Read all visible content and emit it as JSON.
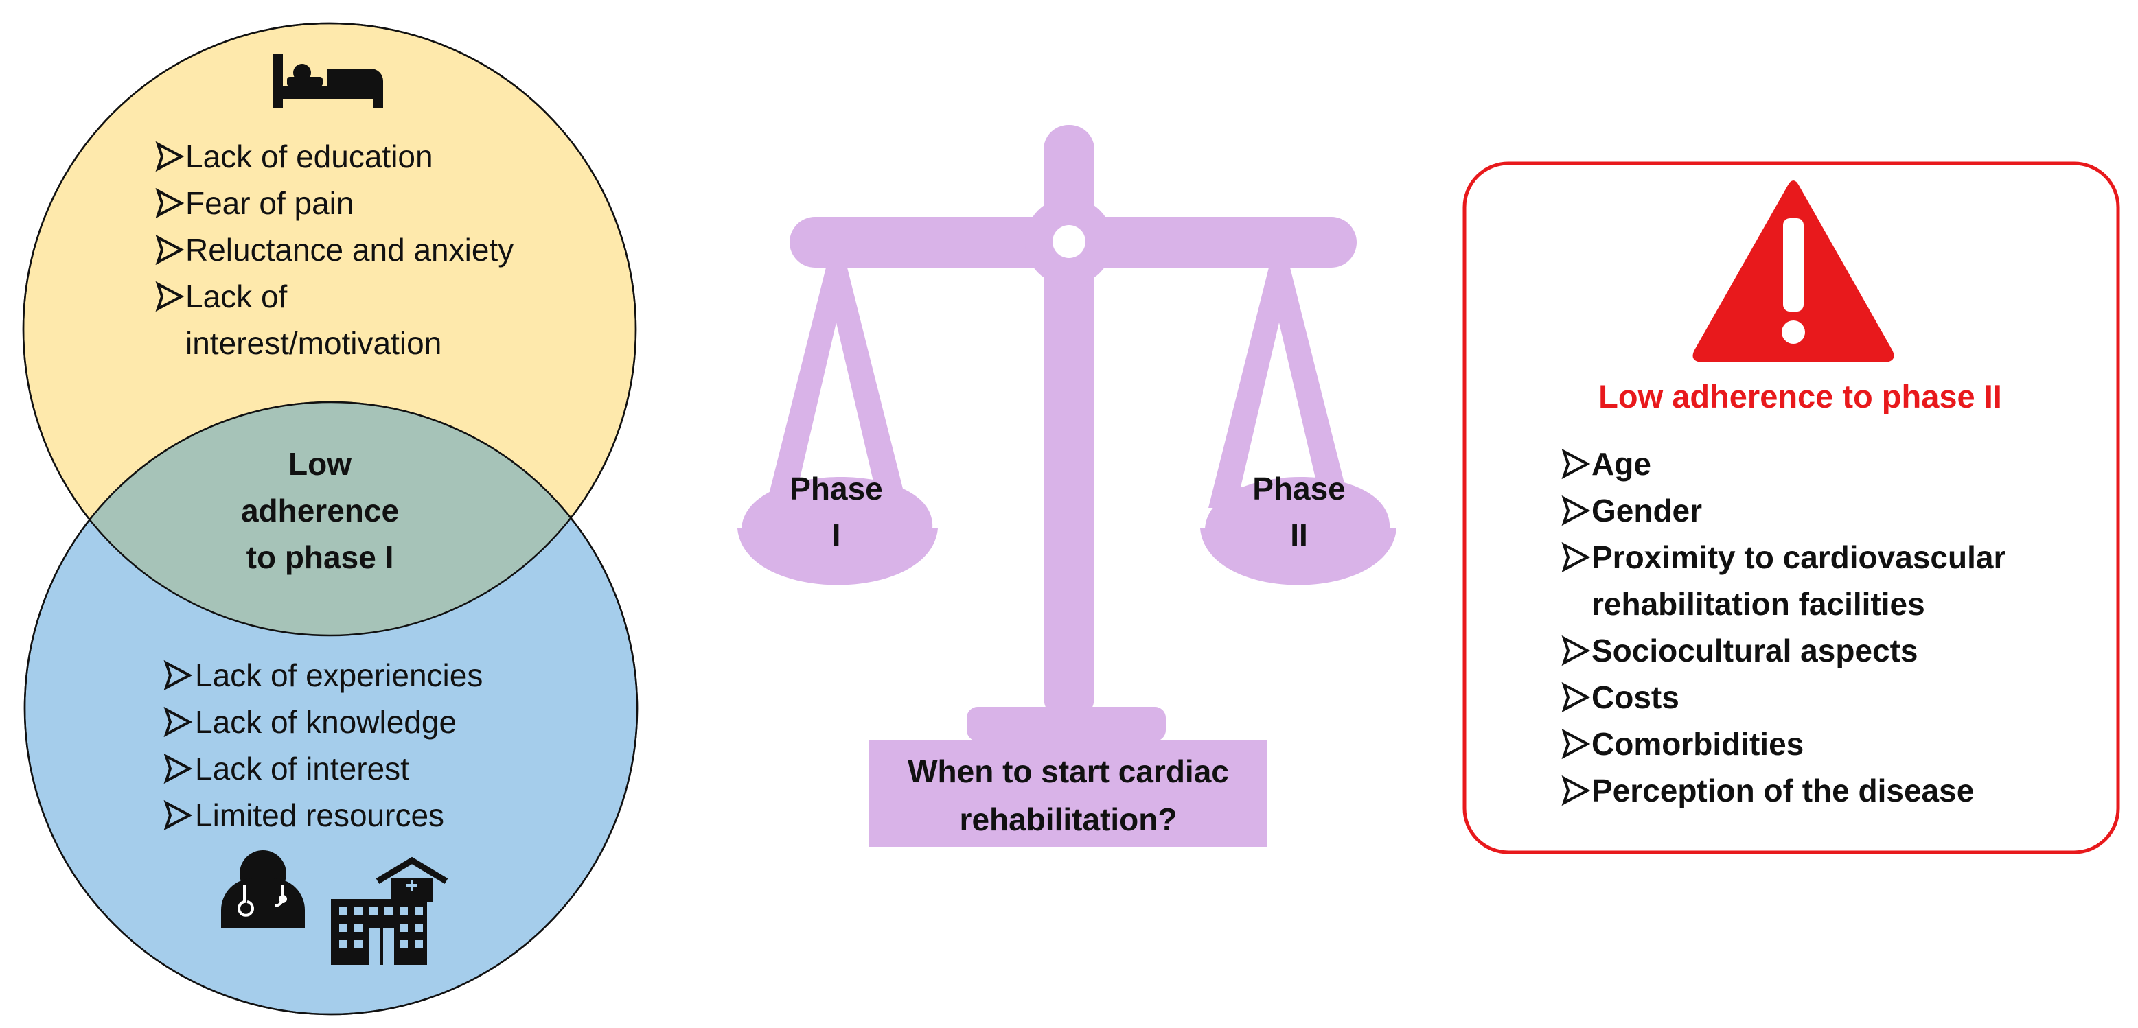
{
  "colors": {
    "top_circle": "#FEE9AC",
    "bottom_circle": "#A5CDEB",
    "overlap": "#A6C3B8",
    "scale": "#D9B3E8",
    "alert": "#E8191C",
    "text": "#111111"
  },
  "icons": {
    "top_circle": "hospital-bed-icon",
    "bottom_left": "doctor-icon",
    "bottom_right": "hospital-building-icon",
    "warning": "warning-icon"
  },
  "patient_barriers": {
    "items": [
      [
        "Lack of education"
      ],
      [
        "Fear of pain"
      ],
      [
        "Reluctance and anxiety"
      ],
      [
        "Lack of",
        "interest/motivation"
      ]
    ]
  },
  "overlap": {
    "lines": [
      "Low",
      "adherence",
      "to phase I"
    ]
  },
  "provider_barriers": {
    "items": [
      [
        "Lack of experiencies"
      ],
      [
        "Lack of knowledge"
      ],
      [
        "Lack of interest"
      ],
      [
        "Limited resources"
      ]
    ]
  },
  "scale": {
    "left_pan": [
      "Phase",
      "I"
    ],
    "right_pan": [
      "Phase",
      "II"
    ],
    "base": [
      "When to start cardiac",
      "rehabilitation?"
    ]
  },
  "phase2": {
    "title": "Low adherence to phase II",
    "items": [
      [
        "Age"
      ],
      [
        "Gender"
      ],
      [
        "Proximity to cardiovascular",
        "rehabilitation facilities"
      ],
      [
        "Sociocultural aspects"
      ],
      [
        "Costs"
      ],
      [
        "Comorbidities"
      ],
      [
        "Perception of the disease"
      ]
    ]
  }
}
